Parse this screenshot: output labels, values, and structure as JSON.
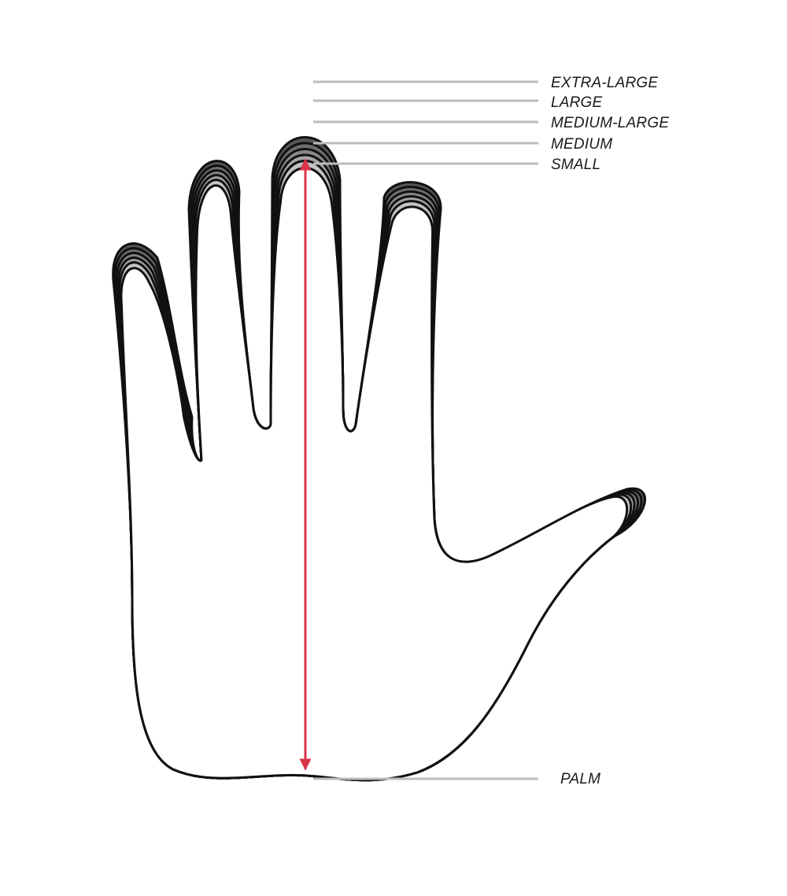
{
  "diagram": {
    "sizes": [
      {
        "label": "EXTRA-LARGE",
        "fill": "#555555"
      },
      {
        "label": "LARGE",
        "fill": "#6e6e6e"
      },
      {
        "label": "MEDIUM-LARGE",
        "fill": "#888888"
      },
      {
        "label": "MEDIUM",
        "fill": "#a4a4a4"
      },
      {
        "label": "SMALL",
        "fill": "#c2c4c6"
      }
    ],
    "palm_label": "PALM",
    "colors": {
      "leader_line": "#b9bcc0",
      "measure_arrow": "#d8344a",
      "outline": "#111111",
      "hand_fill": "#ffffff"
    }
  }
}
